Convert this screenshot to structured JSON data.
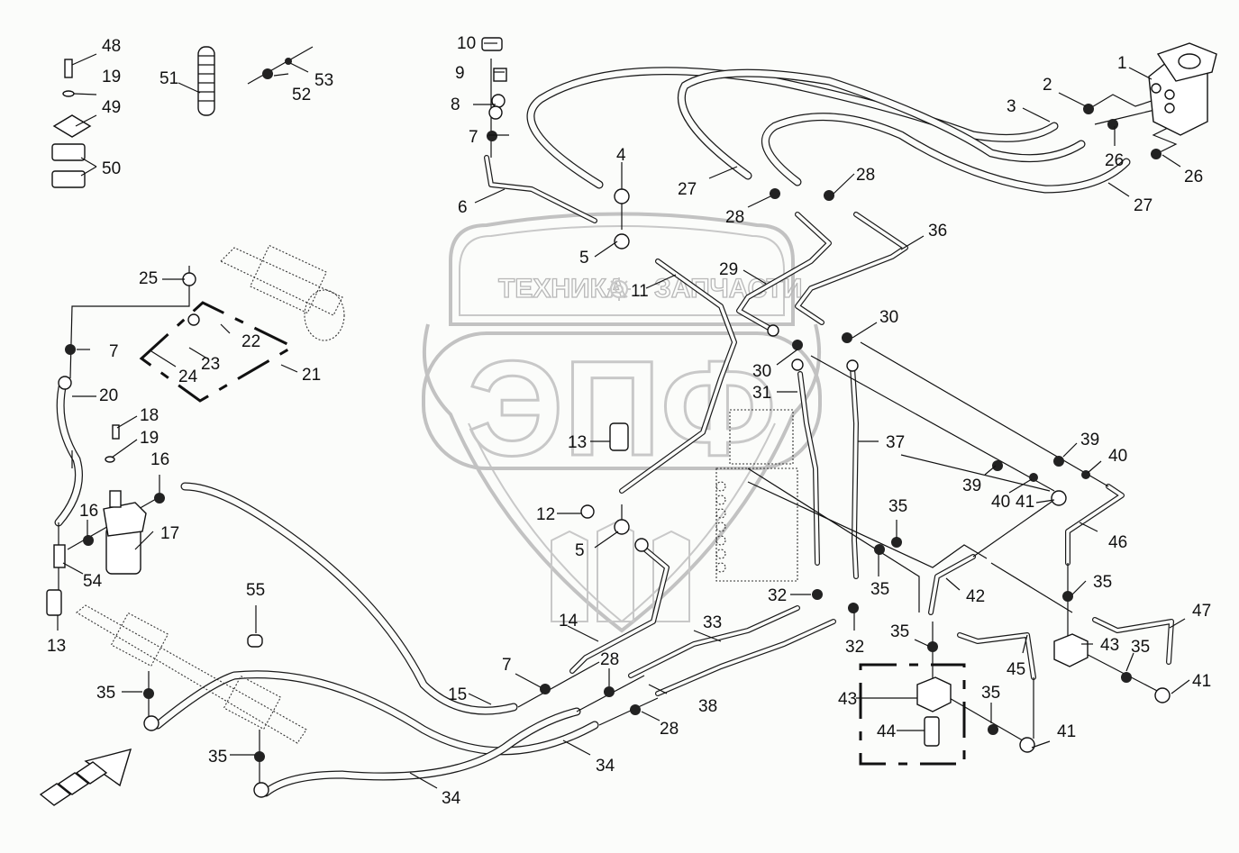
{
  "diagram": {
    "type": "exploded parts diagram",
    "subject": "hydraulic steering lines",
    "watermark": {
      "top_left": "ТЕХНИКА",
      "top_right": "ЗАПЧАСТИ",
      "logo_letters": "ЭПФ",
      "gear_icon": "gear-icon"
    },
    "direction_arrow": "front-direction-arrow"
  },
  "callouts": [
    {
      "id": "c1",
      "label": "1"
    },
    {
      "id": "c2",
      "label": "2"
    },
    {
      "id": "c3",
      "label": "3"
    },
    {
      "id": "c4",
      "label": "4"
    },
    {
      "id": "c5a",
      "label": "5"
    },
    {
      "id": "c5b",
      "label": "5"
    },
    {
      "id": "c6",
      "label": "6"
    },
    {
      "id": "c7a",
      "label": "7"
    },
    {
      "id": "c7b",
      "label": "7"
    },
    {
      "id": "c7c",
      "label": "7"
    },
    {
      "id": "c8",
      "label": "8"
    },
    {
      "id": "c9",
      "label": "9"
    },
    {
      "id": "c10",
      "label": "10"
    },
    {
      "id": "c11",
      "label": "11"
    },
    {
      "id": "c12",
      "label": "12"
    },
    {
      "id": "c13a",
      "label": "13"
    },
    {
      "id": "c13b",
      "label": "13"
    },
    {
      "id": "c14",
      "label": "14"
    },
    {
      "id": "c15",
      "label": "15"
    },
    {
      "id": "c16a",
      "label": "16"
    },
    {
      "id": "c16b",
      "label": "16"
    },
    {
      "id": "c17",
      "label": "17"
    },
    {
      "id": "c18",
      "label": "18"
    },
    {
      "id": "c19a",
      "label": "19"
    },
    {
      "id": "c19b",
      "label": "19"
    },
    {
      "id": "c20",
      "label": "20"
    },
    {
      "id": "c21",
      "label": "21"
    },
    {
      "id": "c22",
      "label": "22"
    },
    {
      "id": "c23",
      "label": "23"
    },
    {
      "id": "c24",
      "label": "24"
    },
    {
      "id": "c25",
      "label": "25"
    },
    {
      "id": "c26a",
      "label": "26"
    },
    {
      "id": "c26b",
      "label": "26"
    },
    {
      "id": "c27a",
      "label": "27"
    },
    {
      "id": "c27b",
      "label": "27"
    },
    {
      "id": "c28a",
      "label": "28"
    },
    {
      "id": "c28b",
      "label": "28"
    },
    {
      "id": "c28c",
      "label": "28"
    },
    {
      "id": "c28d",
      "label": "28"
    },
    {
      "id": "c29",
      "label": "29"
    },
    {
      "id": "c30a",
      "label": "30"
    },
    {
      "id": "c30b",
      "label": "30"
    },
    {
      "id": "c31",
      "label": "31"
    },
    {
      "id": "c32a",
      "label": "32"
    },
    {
      "id": "c32b",
      "label": "32"
    },
    {
      "id": "c33",
      "label": "33"
    },
    {
      "id": "c34a",
      "label": "34"
    },
    {
      "id": "c34b",
      "label": "34"
    },
    {
      "id": "c35a",
      "label": "35"
    },
    {
      "id": "c35b",
      "label": "35"
    },
    {
      "id": "c35c",
      "label": "35"
    },
    {
      "id": "c35d",
      "label": "35"
    },
    {
      "id": "c35e",
      "label": "35"
    },
    {
      "id": "c35f",
      "label": "35"
    },
    {
      "id": "c35g",
      "label": "35"
    },
    {
      "id": "c35h",
      "label": "35"
    },
    {
      "id": "c36",
      "label": "36"
    },
    {
      "id": "c37",
      "label": "37"
    },
    {
      "id": "c38",
      "label": "38"
    },
    {
      "id": "c39a",
      "label": "39"
    },
    {
      "id": "c39b",
      "label": "39"
    },
    {
      "id": "c40a",
      "label": "40"
    },
    {
      "id": "c40b",
      "label": "40"
    },
    {
      "id": "c41a",
      "label": "41"
    },
    {
      "id": "c41b",
      "label": "41"
    },
    {
      "id": "c41c",
      "label": "41"
    },
    {
      "id": "c42",
      "label": "42"
    },
    {
      "id": "c43a",
      "label": "43"
    },
    {
      "id": "c43b",
      "label": "43"
    },
    {
      "id": "c44",
      "label": "44"
    },
    {
      "id": "c45",
      "label": "45"
    },
    {
      "id": "c46",
      "label": "46"
    },
    {
      "id": "c47",
      "label": "47"
    },
    {
      "id": "c48",
      "label": "48"
    },
    {
      "id": "c49",
      "label": "49"
    },
    {
      "id": "c50",
      "label": "50"
    },
    {
      "id": "c51",
      "label": "51"
    },
    {
      "id": "c52",
      "label": "52"
    },
    {
      "id": "c53",
      "label": "53"
    },
    {
      "id": "c54",
      "label": "54"
    },
    {
      "id": "c55",
      "label": "55"
    }
  ]
}
